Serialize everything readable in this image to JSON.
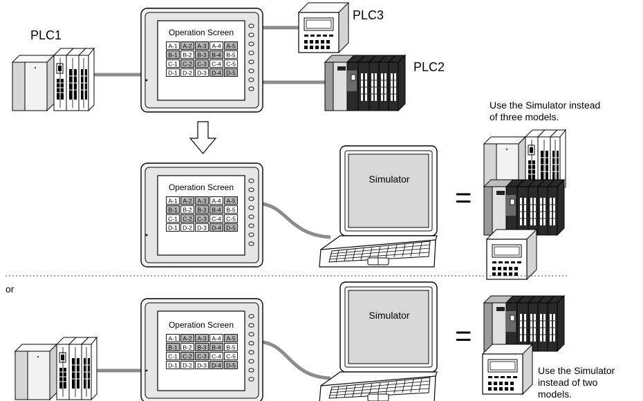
{
  "labels": {
    "plc1": "PLC1",
    "plc2": "PLC2",
    "plc3": "PLC3",
    "simulator_1": "Simulator",
    "simulator_2": "Simulator",
    "or": "or",
    "note_three_line1": "Use the Simulator instead",
    "note_three_line2": "of three models.",
    "note_two_line1": "Use the Simulator",
    "note_two_line2": "instead of two",
    "note_two_line3": "models.",
    "equals_1": "=",
    "equals_2": "="
  },
  "hmi": {
    "screen_title": "Operation Screen",
    "rows": [
      [
        "A-1",
        "A-2",
        "A-3",
        "A-4",
        "A-5"
      ],
      [
        "B-1",
        "B-2",
        "B-3",
        "B-4",
        "B-5"
      ],
      [
        "C-1",
        "C-2",
        "C-3",
        "C-4",
        "C-5"
      ],
      [
        "D-1",
        "D-2",
        "D-3",
        "D-4",
        "D-5"
      ]
    ],
    "shaded": [
      [
        false,
        true,
        true,
        false,
        true
      ],
      [
        true,
        false,
        true,
        true,
        false
      ],
      [
        false,
        true,
        true,
        false,
        false
      ],
      [
        false,
        false,
        false,
        true,
        true
      ]
    ]
  },
  "colors": {
    "cable": "#8c8c8c",
    "cell_shaded": "#b4b4b4",
    "device_dark": "#2a2a2a",
    "screen_gray": "#d8d8d8"
  }
}
